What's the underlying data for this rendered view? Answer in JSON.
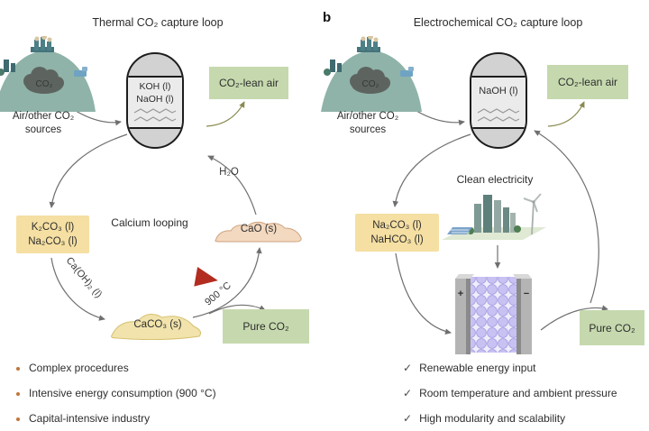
{
  "panel_a": {
    "title": "Thermal CO₂ capture loop",
    "source": {
      "cloud_label": "CO₂",
      "label_line1": "Air/other CO₂",
      "label_line2": "sources"
    },
    "vessel": {
      "line1": "KOH (l)",
      "line2": "NaOH (l)"
    },
    "lean_air_label": "CO₂-lean air",
    "loop_label": "Calcium looping",
    "carbonate_box": {
      "line1": "K₂CO₃ (l)",
      "line2": "Na₂CO₃ (l)"
    },
    "arrow_labels": {
      "hydroxide": "Ca(OH)₂ (l)",
      "temperature": "900 °C",
      "water": "H₂O"
    },
    "caco3_label": "CaCO₃ (s)",
    "cao_label": "CaO (s)",
    "pure_co2_label": "Pure CO₂",
    "drawbacks": [
      "Complex procedures",
      "Intensive energy consumption (900 °C)",
      "Capital-intensive industry"
    ]
  },
  "panel_b": {
    "marker": "b",
    "title": "Electrochemical CO₂ capture loop",
    "source": {
      "cloud_label": "CO₂",
      "label_line1": "Air/other CO₂",
      "label_line2": "sources"
    },
    "vessel": {
      "line1": "NaOH (l)"
    },
    "lean_air_label": "CO₂-lean air",
    "electricity_label": "Clean electricity",
    "carbonate_box": {
      "line1": "Na₂CO₃ (l)",
      "line2": "NaHCO₃ (l)"
    },
    "cell": {
      "anode_label": "+",
      "cathode_label": "−"
    },
    "pure_co2_label": "Pure CO₂",
    "check_glyph": "✓",
    "benefits": [
      "Renewable energy input",
      "Room temperature and ambient pressure",
      "High modularity and scalability"
    ]
  },
  "colors": {
    "highlight_green": "#c6d9ae",
    "highlight_yellow": "#f5dfa2",
    "heat_red": "#b22d20",
    "arrow_gray": "#6f6f6f",
    "arrow_olive": "#8a8a52",
    "bullet_orange": "#c0763c",
    "hill_teal": "#8fb3a9",
    "bubble_purple": "#c8c2f3"
  }
}
